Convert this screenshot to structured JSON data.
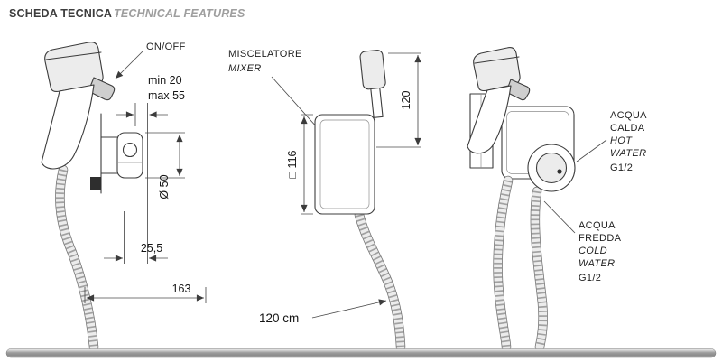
{
  "header": {
    "title_it": "SCHEDA TECNICA -",
    "title_en": "TECHNICAL FEATURES"
  },
  "hand_shower": {
    "on_off_label": "ON/OFF",
    "min_depth": "min 20",
    "max_depth": "max 55",
    "holder_diameter": "Ø 50",
    "offset": "25,5",
    "total_length": "163"
  },
  "mixer": {
    "label_it": "MISCELATORE",
    "label_en": "MIXER",
    "height": "120",
    "plate_size": "□ 116",
    "hose_length": "120 cm"
  },
  "water_connections": {
    "hot": {
      "l1": "ACQUA",
      "l2": "CALDA",
      "l3": "HOT",
      "l4": "WATER",
      "l5": "G1/2"
    },
    "cold": {
      "l1": "ACQUA",
      "l2": "FREDDA",
      "l3": "COLD",
      "l4": "WATER",
      "l5": "G1/2"
    }
  },
  "colors": {
    "line": "#3c3c3c",
    "label_text": "#1f1f1f",
    "subtitle_gray": "#9e9e9e",
    "footer_gray": "#9c9c9c"
  }
}
